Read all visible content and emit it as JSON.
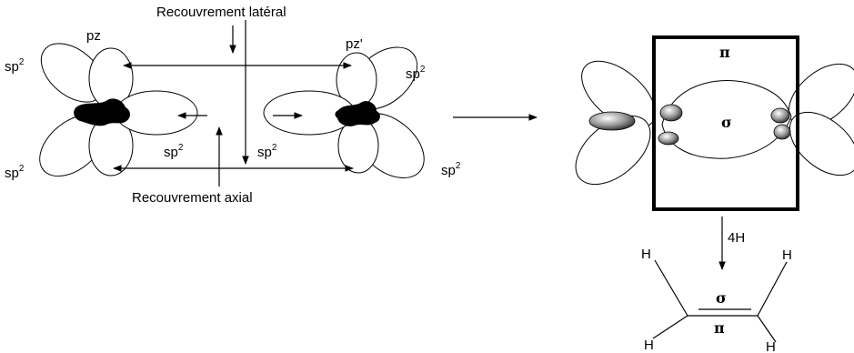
{
  "labels": {
    "lateral_overlap": "Recouvrement latéral",
    "axial_overlap": "Recouvrement axial",
    "pz": "pz",
    "pz_prime": "pz'",
    "sp": "sp",
    "sp_exp": "2",
    "pi": "π",
    "sigma": "σ",
    "four_h": "4H",
    "h": "H"
  },
  "colors": {
    "line": "#000000",
    "background": "#ffffff",
    "lobe_fill": "#ffffff",
    "shaded_lobe": "#8a8a8a"
  },
  "icons": {
    "nucleus_left": "carbon-atom-blob",
    "nucleus_right": "carbon-atom-blob"
  }
}
